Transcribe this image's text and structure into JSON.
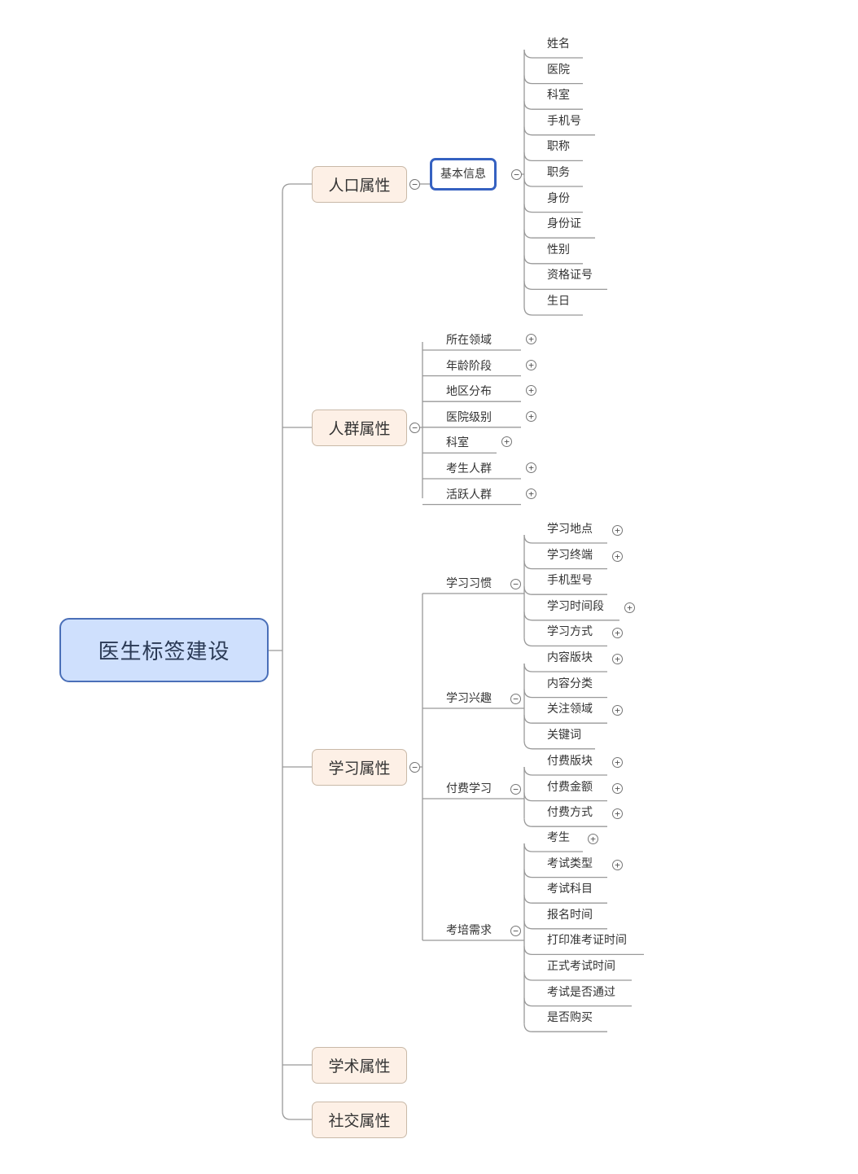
{
  "root": {
    "label": "医生标签建设"
  },
  "branches": [
    {
      "label": "人口属性",
      "children": [
        {
          "label": "基本信息",
          "selected": true,
          "leaves": [
            {
              "label": "姓名"
            },
            {
              "label": "医院"
            },
            {
              "label": "科室"
            },
            {
              "label": "手机号"
            },
            {
              "label": "职称"
            },
            {
              "label": "职务"
            },
            {
              "label": "身份"
            },
            {
              "label": "身份证"
            },
            {
              "label": "性别"
            },
            {
              "label": "资格证号"
            },
            {
              "label": "生日"
            }
          ]
        }
      ]
    },
    {
      "label": "人群属性",
      "children": [
        {
          "label": "所在领域",
          "collapsed": true
        },
        {
          "label": "年龄阶段",
          "collapsed": true
        },
        {
          "label": "地区分布",
          "collapsed": true
        },
        {
          "label": "医院级别",
          "collapsed": true
        },
        {
          "label": "科室",
          "collapsed": true
        },
        {
          "label": "考生人群",
          "collapsed": true
        },
        {
          "label": "活跃人群",
          "collapsed": true
        }
      ]
    },
    {
      "label": "学习属性",
      "children": [
        {
          "label": "学习习惯",
          "leaves": [
            {
              "label": "学习地点",
              "collapsed": true
            },
            {
              "label": "学习终端",
              "collapsed": true
            },
            {
              "label": "手机型号"
            },
            {
              "label": "学习时间段",
              "collapsed": true
            },
            {
              "label": "学习方式",
              "collapsed": true
            }
          ]
        },
        {
          "label": "学习兴趣",
          "leaves": [
            {
              "label": "内容版块",
              "collapsed": true
            },
            {
              "label": "内容分类"
            },
            {
              "label": "关注领域",
              "collapsed": true
            },
            {
              "label": "关键词"
            }
          ]
        },
        {
          "label": "付费学习",
          "leaves": [
            {
              "label": "付费版块",
              "collapsed": true
            },
            {
              "label": "付费金额",
              "collapsed": true
            },
            {
              "label": "付费方式",
              "collapsed": true
            }
          ]
        },
        {
          "label": "考培需求",
          "leaves": [
            {
              "label": "考生",
              "collapsed": true
            },
            {
              "label": "考试类型",
              "collapsed": true
            },
            {
              "label": "考试科目"
            },
            {
              "label": "报名时间"
            },
            {
              "label": "打印准考证时间"
            },
            {
              "label": "正式考试时间"
            },
            {
              "label": "考试是否通过"
            },
            {
              "label": "是否购买"
            }
          ]
        }
      ]
    },
    {
      "label": "学术属性",
      "children": []
    },
    {
      "label": "社交属性",
      "children": []
    }
  ],
  "colors": {
    "root_fill": "#cfe0fd",
    "root_border": "#4a6fb8",
    "branch_fill": "#fdf0e6",
    "selected_border": "#3561c1",
    "line": "#999999"
  },
  "icons": {
    "expanded": "minus-circle-icon",
    "collapsed": "plus-circle-icon"
  }
}
